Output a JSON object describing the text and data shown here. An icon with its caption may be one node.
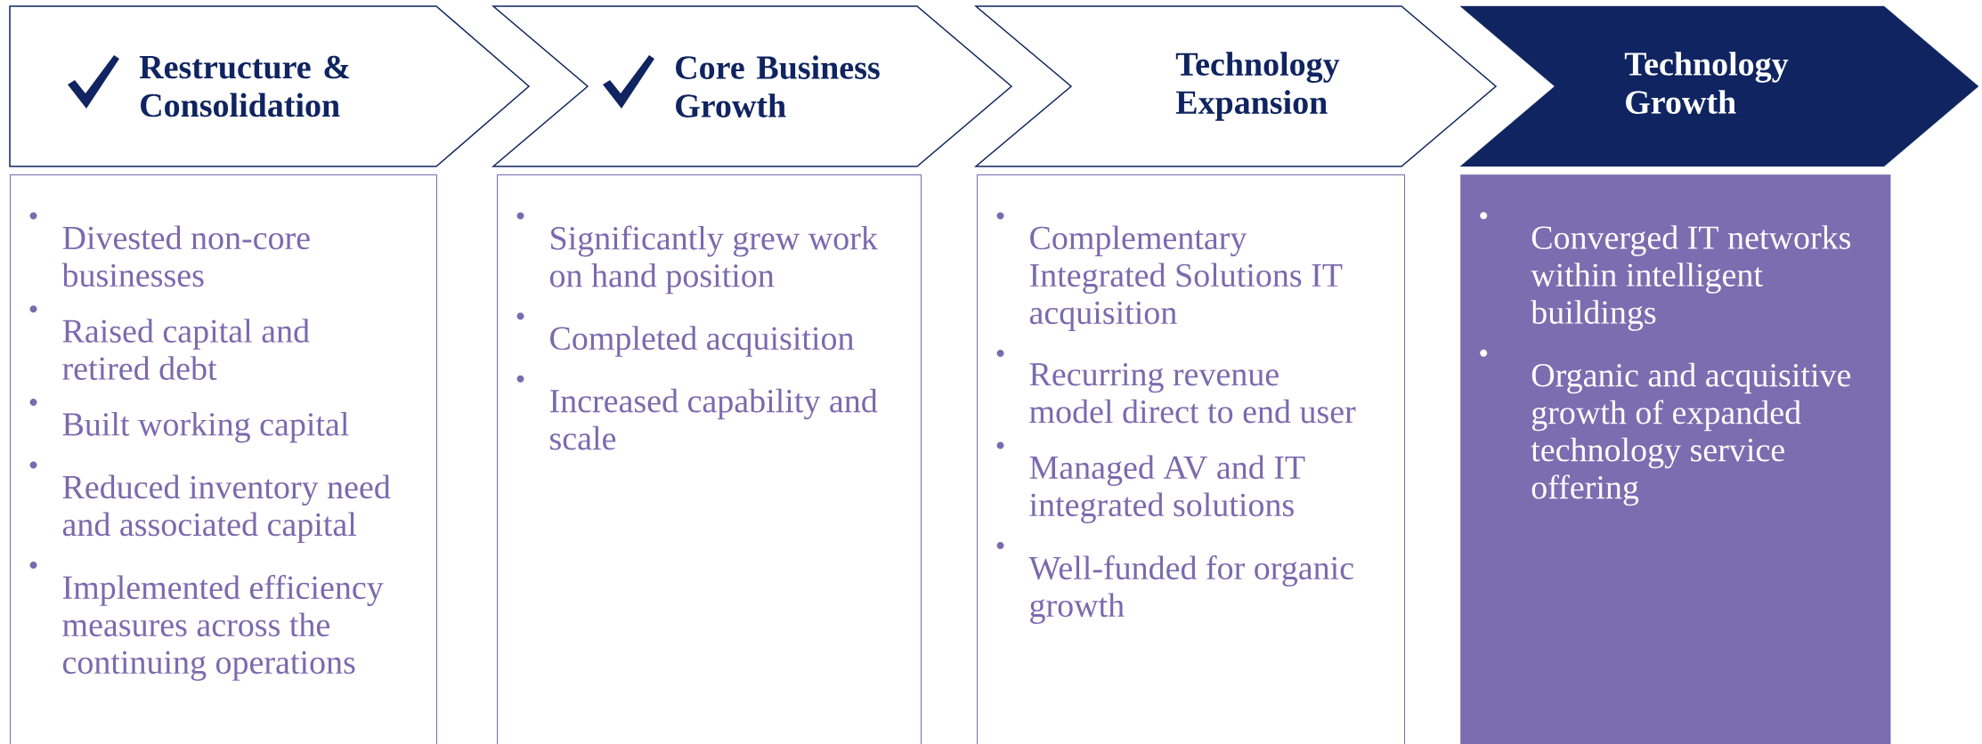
{
  "diagram": {
    "nodes": [
      {
        "text": [
          "Restructure & Consolidation"
        ]
      },
      {
        "text": [
          "Core Business Growth"
        ]
      },
      {
        "text": [
          "Technology Expansion"
        ]
      },
      {
        "text": [
          "Technology Growth"
        ]
      },
      {
        "text": [
          "Divested non-core businesses",
          "Raised capital and retired debt",
          "Built working capital",
          "Reduced inventory need and associated capital",
          "Implemented efficiency measures across the continuing operations"
        ]
      },
      {
        "text": [
          "Significantly grew work on hand position",
          "Completed acquisition",
          "Increased capability and scale"
        ]
      },
      {
        "text": [
          "Complementary Integrated Solutions IT acquisition",
          "Recurring revenue model direct to end user",
          "Managed AV and IT integrated solutions",
          "Well-funded for organic growth"
        ]
      },
      {
        "text": [
          "Converged IT networks within intelligent buildings",
          "Organic and acquisitive growth of expanded technology service offering"
        ]
      }
    ]
  }
}
